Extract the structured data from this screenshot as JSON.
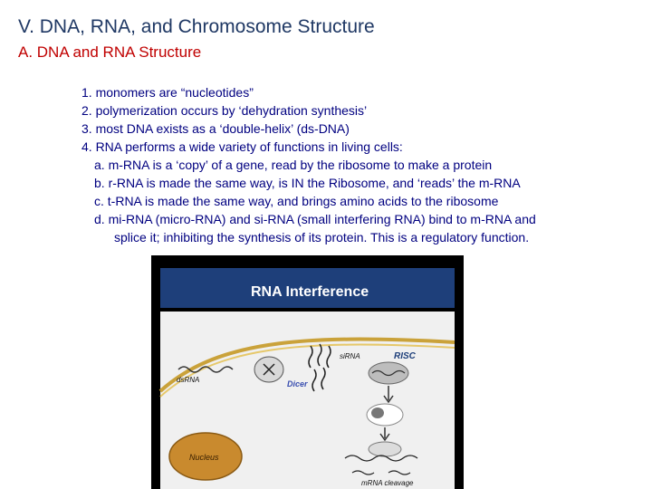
{
  "title": "V. DNA, RNA,  and Chromosome Structure",
  "subtitle": "A. DNA and RNA Structure",
  "items": [
    "1. monomers are “nucleotides”",
    "2. polymerization occurs by ‘dehydration synthesis’",
    "3. most DNA exists as a ‘double-helix’ (ds-DNA)",
    "4. RNA performs a wide variety of functions in living cells:"
  ],
  "subitems": [
    "a.  m-RNA is a ‘copy’ of a gene, read by the ribosome to make a protein",
    "b.  r-RNA is made the same way, is IN the Ribosome, and ‘reads’ the m-RNA",
    "c.   t-RNA is made the same way, and brings amino acids to the ribosome",
    "d.  mi-RNA  (micro-RNA) and si-RNA (small interfering RNA) bind to m-RNA and"
  ],
  "subitem_continuation": "splice it; inhibiting the synthesis of its protein.  This is a regulatory function.",
  "figure": {
    "title": "RNA Interference",
    "labels": {
      "dsrna": "dsRNA",
      "sirna": "siRNA",
      "risc": "RISC",
      "dicer": "Dicer",
      "nucleus": "Nucleus",
      "cleavage": "mRNA cleavage"
    },
    "colors": {
      "banner": "#1e3f7a",
      "cell": "#f0f0f0",
      "nucleus": "#c98a2e",
      "membrane": "#caa23a",
      "dicer": "#3a4fb0"
    }
  }
}
